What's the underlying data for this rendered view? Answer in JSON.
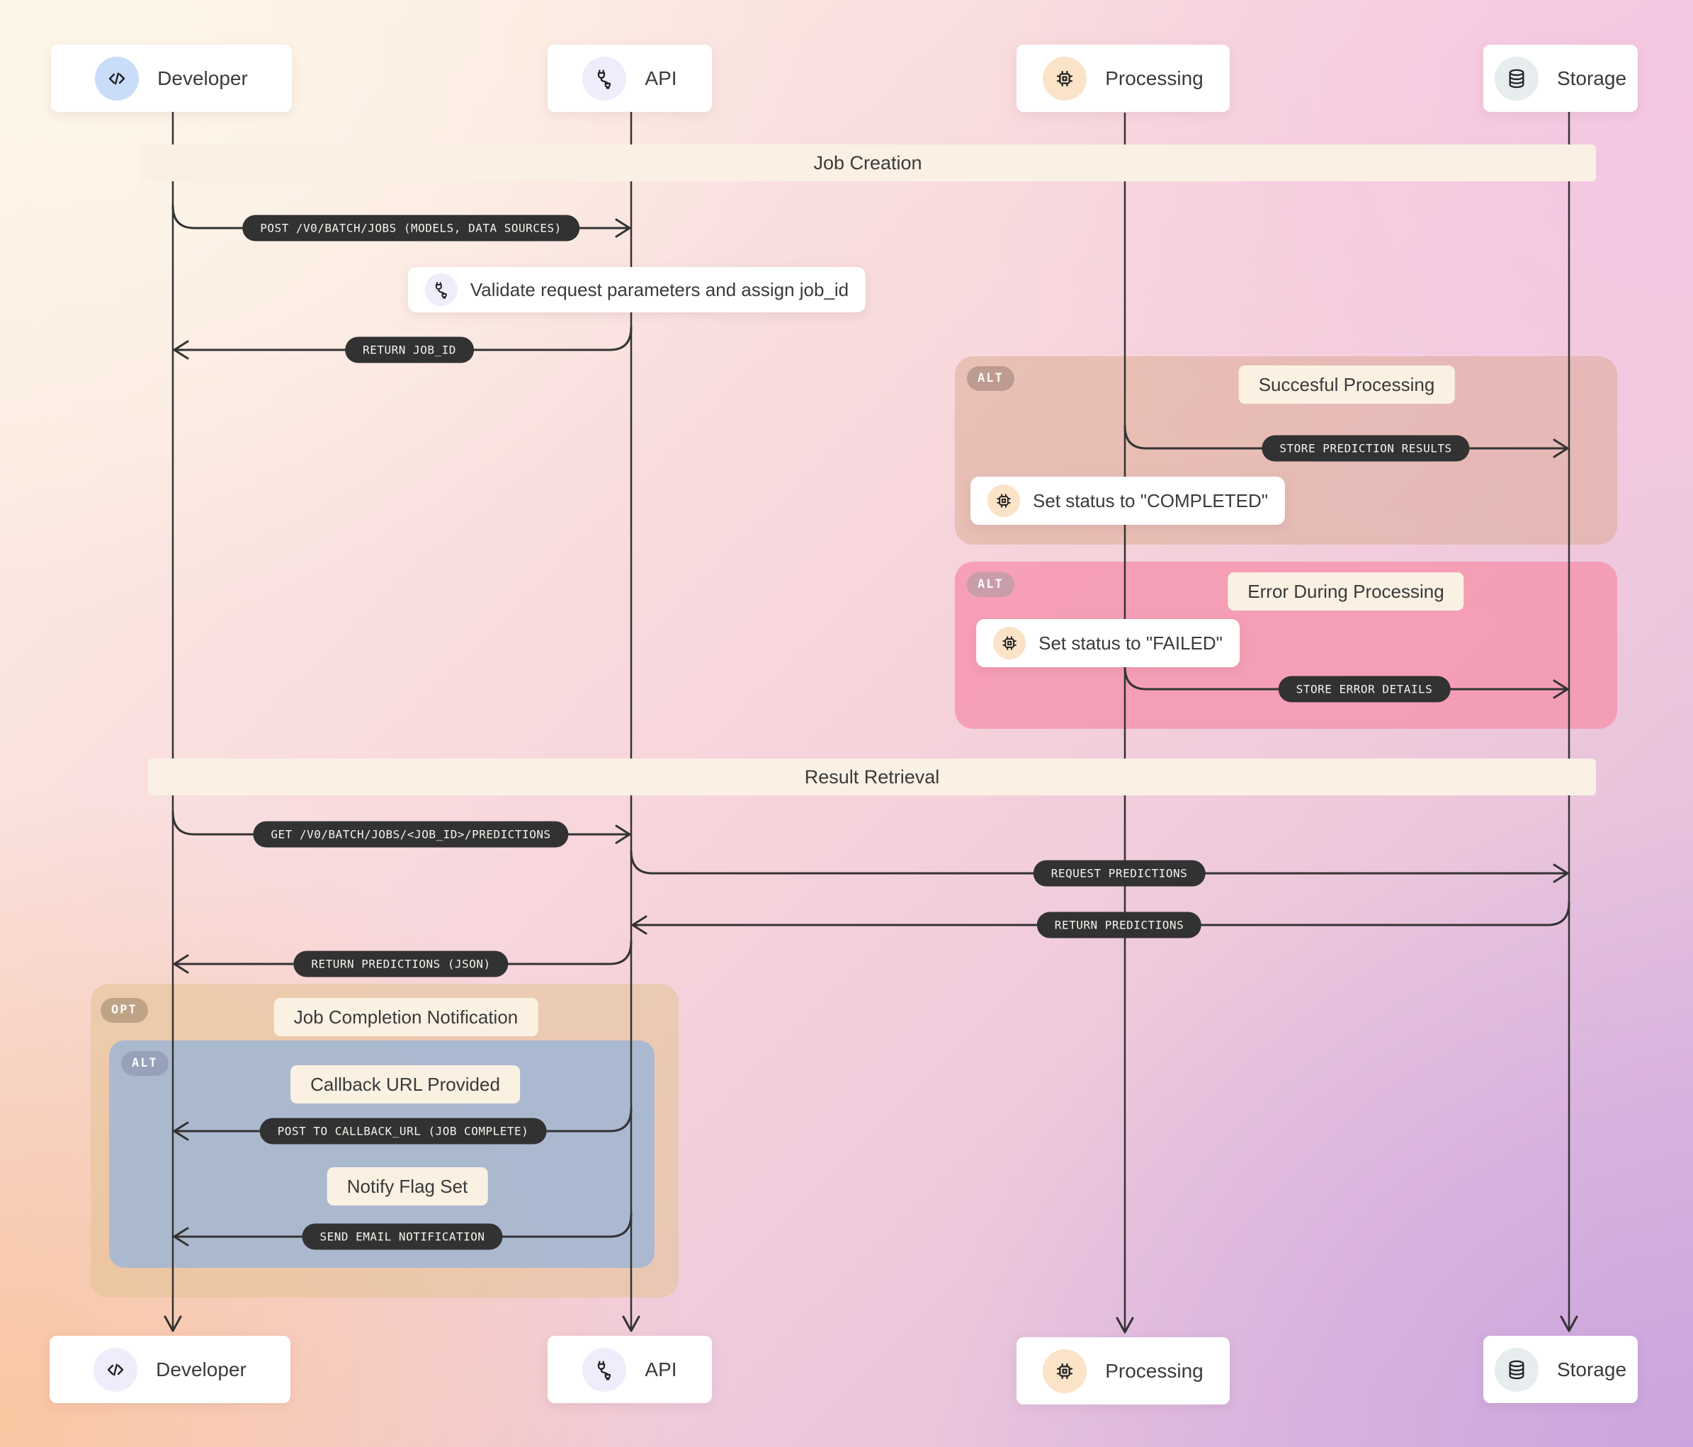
{
  "actors": [
    {
      "id": "developer",
      "label": "Developer",
      "icon": "code-icon"
    },
    {
      "id": "api",
      "label": "API",
      "icon": "plug-icon"
    },
    {
      "id": "processing",
      "label": "Processing",
      "icon": "chip-icon"
    },
    {
      "id": "storage",
      "label": "Storage",
      "icon": "database-icon"
    }
  ],
  "sections": {
    "job_creation": "Job Creation",
    "result_retrieval": "Result Retrieval"
  },
  "messages": {
    "post_jobs": "POST /V0/BATCH/JOBS (MODELS, DATA SOURCES)",
    "return_job_id": "RETURN JOB_ID",
    "store_prediction_results": "STORE PREDICTION RESULTS",
    "store_error_details": "STORE ERROR DETAILS",
    "get_predictions": "GET /V0/BATCH/JOBS/<JOB_ID>/PREDICTIONS",
    "request_predictions": "REQUEST PREDICTIONS",
    "return_predictions": "RETURN PREDICTIONS",
    "return_predictions_json": "RETURN PREDICTIONS (JSON)",
    "post_to_callback": "POST TO CALLBACK_URL (JOB COMPLETE)",
    "send_email": "SEND EMAIL NOTIFICATION"
  },
  "notes": {
    "validate": "Validate request parameters and assign job_id",
    "set_completed": "Set status to \"COMPLETED\"",
    "set_failed": "Set status to \"FAILED\""
  },
  "blocks": {
    "alt_success": {
      "badge": "ALT",
      "title": "Succesful Processing"
    },
    "alt_error": {
      "badge": "ALT",
      "title": "Error During Processing"
    },
    "opt_notification": {
      "badge": "OPT",
      "title": "Job Completion Notification"
    },
    "alt_callback": {
      "badge": "ALT",
      "title": "Callback URL Provided",
      "divider": "Notify Flag Set"
    }
  },
  "colors": {
    "pill_bg": "#323232",
    "banner_bg": "#FAF1E4",
    "alt_success_bg": "#D6A386",
    "alt_error_bg": "#F594AE",
    "opt_bg": "#E2C394",
    "alt_callback_bg": "#A7B8D1",
    "line": "#333333"
  }
}
